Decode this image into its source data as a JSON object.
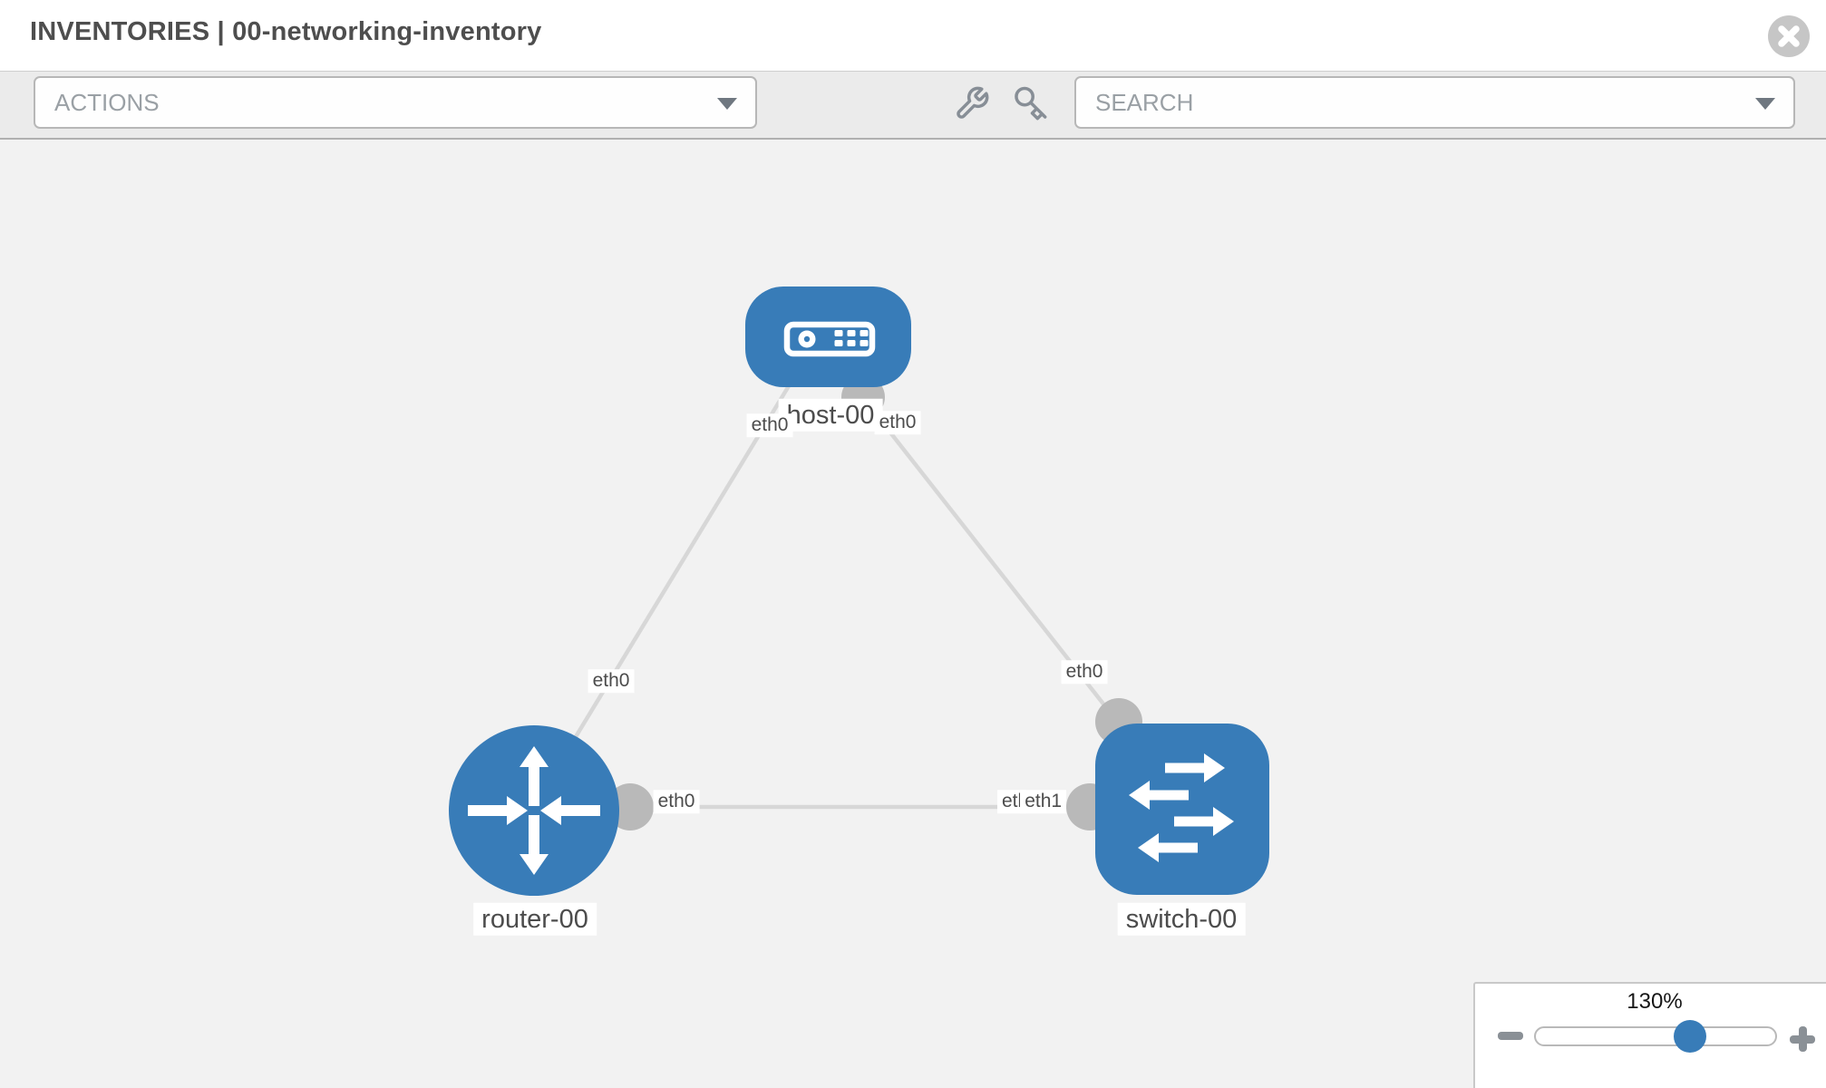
{
  "header": {
    "title": "INVENTORIES | 00-networking-inventory"
  },
  "toolbar": {
    "actions_placeholder": "ACTIONS",
    "search_placeholder": "SEARCH"
  },
  "topology": {
    "nodes": [
      {
        "id": "host-00",
        "type": "host",
        "label": "host-00",
        "icon": "server-icon"
      },
      {
        "id": "router-00",
        "type": "router",
        "label": "router-00",
        "icon": "router-arrows-icon"
      },
      {
        "id": "switch-00",
        "type": "switch",
        "label": "switch-00",
        "icon": "switch-arrows-icon"
      }
    ],
    "links": [
      {
        "from": "host-00",
        "from_port": "eth0",
        "to": "router-00",
        "to_port": "eth0"
      },
      {
        "from": "host-00",
        "from_port": "eth0",
        "to": "switch-00",
        "to_port": "eth0"
      },
      {
        "from": "router-00",
        "from_port": "eth0",
        "to": "switch-00",
        "to_port": "eth1",
        "note": "switch-side shows two overlapping port labels"
      }
    ],
    "port_labels": {
      "host_to_router": "eth0",
      "host_to_switch": "eth0",
      "router_to_host": "eth0",
      "switch_to_host": "eth0",
      "router_to_switch": "eth0",
      "switch_to_router_occluded": "etl",
      "switch_to_router": "eth1"
    }
  },
  "zoom_control": {
    "level": "130%"
  },
  "icons": {
    "close-icon": "gray circle with white x",
    "wrench-icon": "gray wrench",
    "key-icon": "gray key",
    "caret-down-icon": "solid down triangle",
    "server-icon": "white host/server faceplate",
    "router-arrows-icon": "four-way white arrows",
    "switch-arrows-icon": "four alternating horizontal white arrows",
    "zoom-out-icon": "minus",
    "zoom-in-icon": "plus"
  },
  "colors": {
    "node_blue": "#387cb8",
    "link_gray": "#d7d7d7",
    "connector_gray": "#b9b9b9",
    "label_text": "#4c4c4c",
    "toolbar_bg": "#ebebeb",
    "canvas_bg": "#f2f2f2"
  }
}
